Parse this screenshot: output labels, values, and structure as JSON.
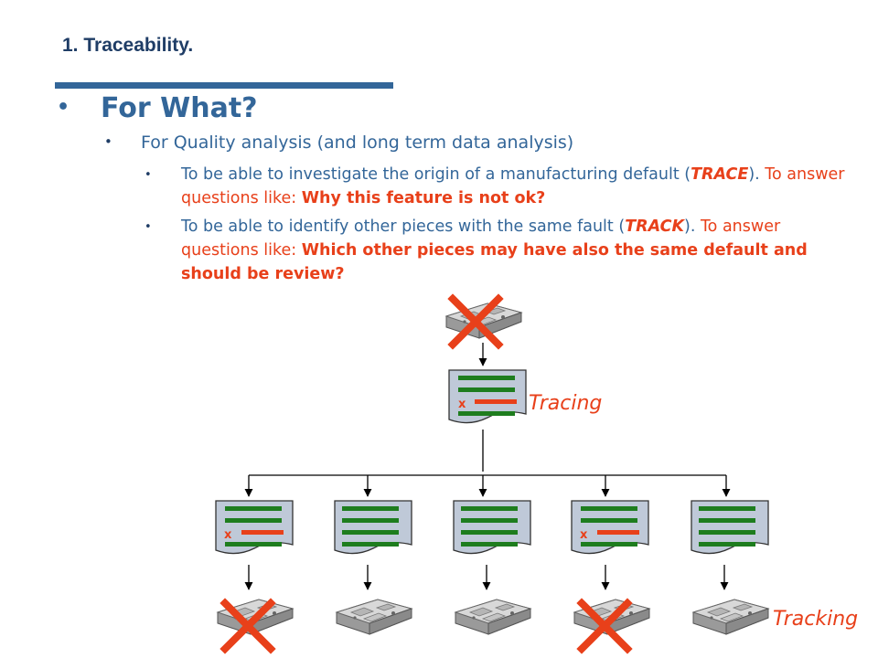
{
  "title": "1. Traceability.",
  "heading": "For What?",
  "sub_bullet": "For Quality analysis (and long term data analysis)",
  "bullet_trace": {
    "prefix": "To be able to investigate the origin of a manufacturing default (",
    "keyword": "TRACE",
    "close": ").",
    "middle": " To answer questions like: ",
    "question": "Why this feature is not ok?"
  },
  "bullet_track": {
    "prefix": "To be able to identify other pieces with the same fault (",
    "keyword": "TRACK",
    "close": ").",
    "middle": " To answer questions like: ",
    "question": "Which other pieces may have also the same default and should be review?"
  },
  "diagram": {
    "tracing_label": "Tracing",
    "tracking_label": "Tracking",
    "defect_mark": "x",
    "defective_documents": [
      0,
      3
    ],
    "rejected_parts": [
      0,
      3
    ],
    "document_count": 5
  },
  "colors": {
    "accent": "#336699",
    "highlight": "#e8401a",
    "doc_line": "#1e7d1e",
    "doc_fill": "#bfc9d8"
  }
}
